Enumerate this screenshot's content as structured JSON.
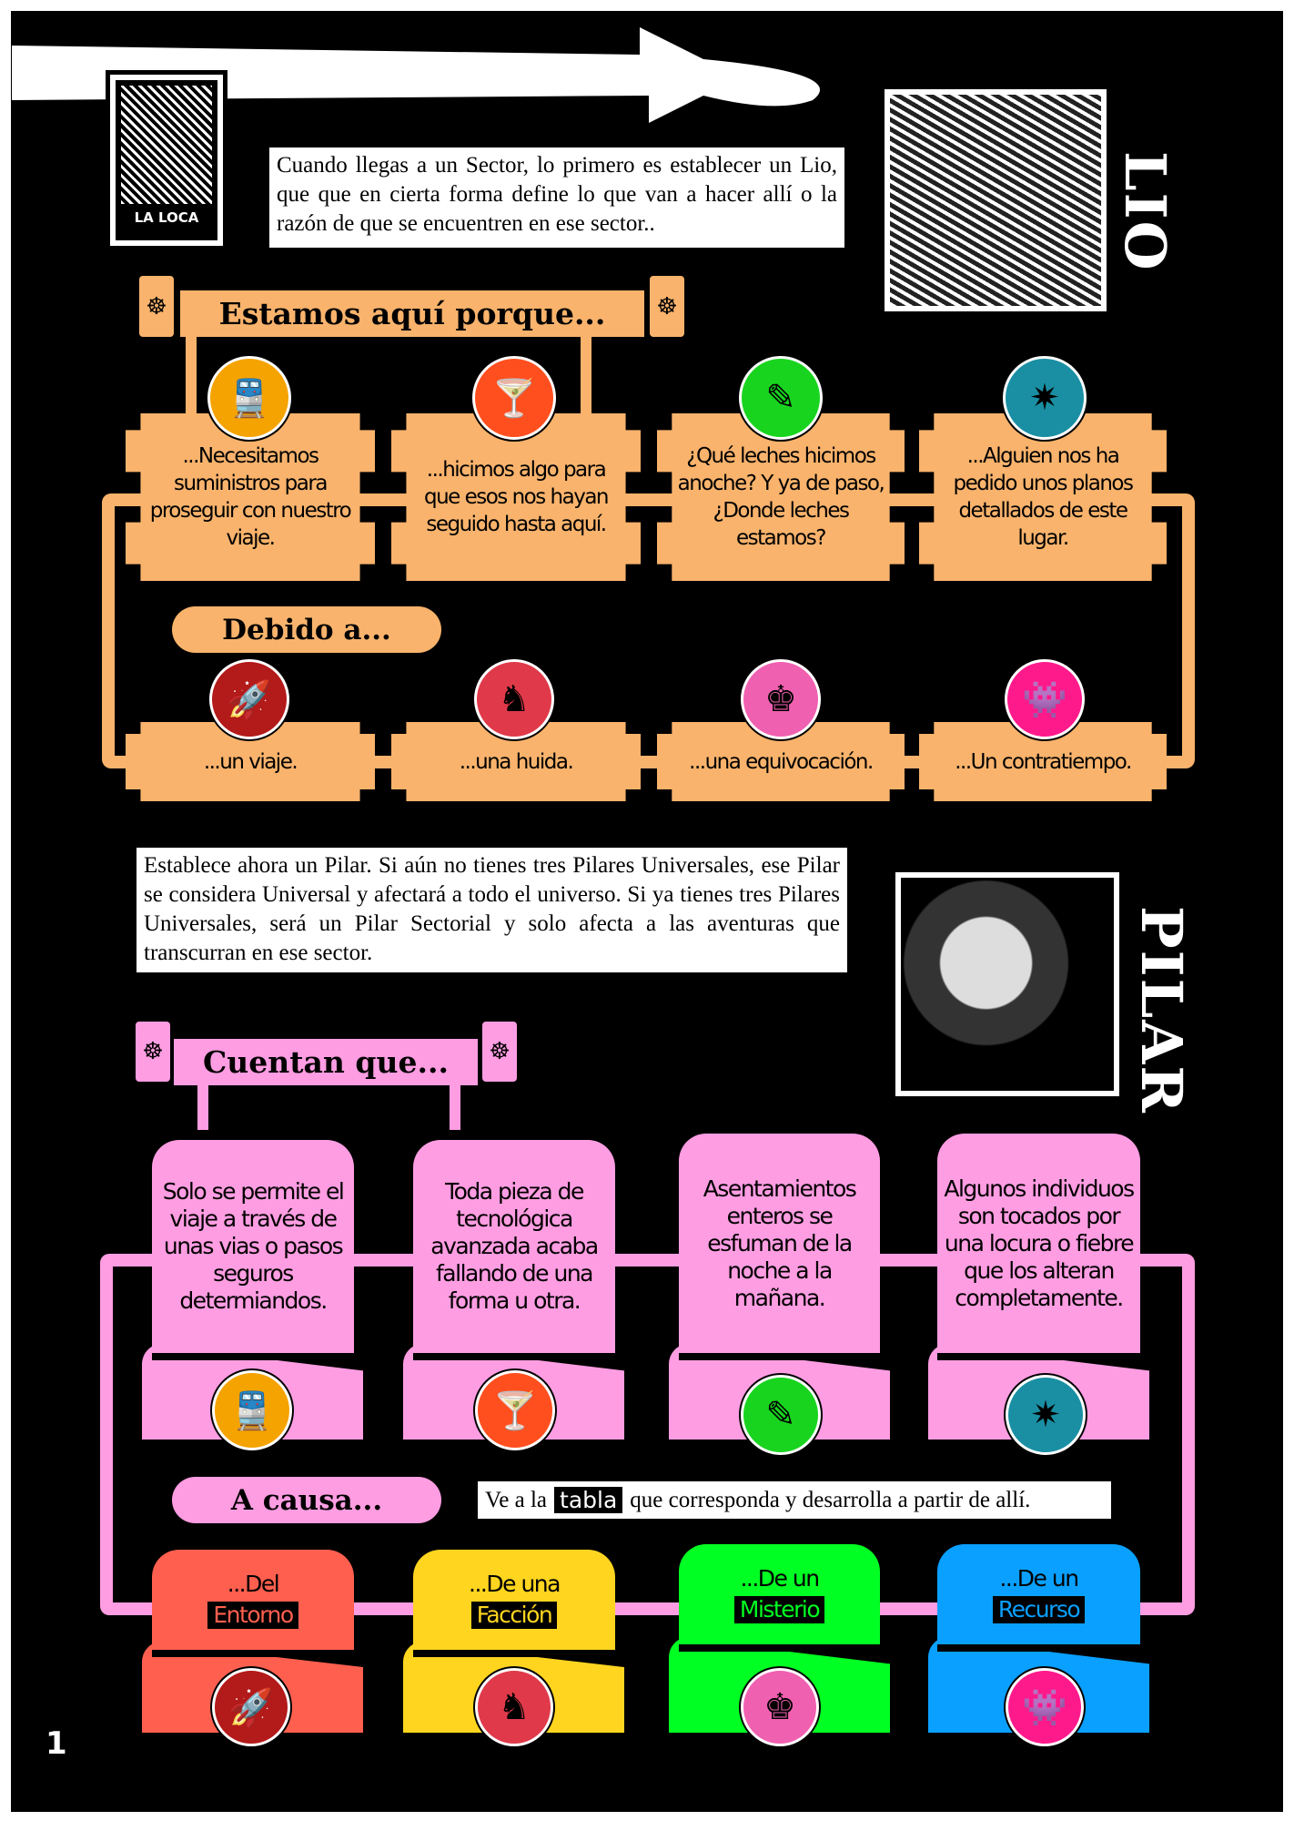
{
  "lio": {
    "title": "LIO",
    "card_label": "LA LOCA",
    "intro": "Cuando llegas  a un Sector, lo primero es establecer un Lio, que que en cierta forma define lo que van a hacer allí o la razón de que se encuentren en ese sector..",
    "header": "Estamos aquí  porque...",
    "reasons": [
      {
        "text": "...Necesitamos suministros para proseguir con nuestro viaje.",
        "icon": "train-icon",
        "color": "#f5a300"
      },
      {
        "text": "...hicimos algo para que esos  nos hayan seguido hasta  aquí.",
        "icon": "cocktail-icon",
        "color": "#ff4f1f"
      },
      {
        "text": "¿Qué leches hicimos anoche? Y ya de paso, ¿Donde leches estamos?",
        "icon": "flute-icon",
        "color": "#19d41f"
      },
      {
        "text": "...Alguien nos ha pedido unos planos detallados de este lugar.",
        "icon": "spaceship-icon",
        "color": "#1a8fa3"
      }
    ],
    "because_label": "Debido a...",
    "causes": [
      {
        "text": "...un viaje.",
        "icon": "rocket-icon",
        "color": "#b31a1a"
      },
      {
        "text": "...una huida.",
        "icon": "runner-icon",
        "color": "#e03a4a"
      },
      {
        "text": "...una equivocación.",
        "icon": "chess-king-icon",
        "color": "#f060b0"
      },
      {
        "text": "...Un contratiempo.",
        "icon": "monster-icon",
        "color": "#ff1a8c"
      }
    ]
  },
  "pilar": {
    "title": "PILAR",
    "intro": "Establece ahora un Pilar. Si aún no tienes tres Pilares Universales, ese Pilar se considera Universal y afectará a todo el universo. Si ya tienes tres Pilares Universales, será un Pilar Sectorial y solo afecta a las aventuras que transcurran en ese sector.",
    "header": "Cuentan que...",
    "stories": [
      "Solo se permite el viaje a través de unas vias o pasos seguros determiandos.",
      "Toda pieza de tecnológica avanzada acaba fallando de una forma u otra.",
      "Asentamientos enteros se esfuman de la noche a la mañana.",
      "Algunos individuos son tocados por una locura o fiebre que los alteran completamente."
    ],
    "cause_label": "A causa...",
    "table_note": {
      "before": "Ve a la",
      "highlight": "tabla",
      "after": "que corresponda y desarrolla a partir de allí."
    },
    "origins": [
      {
        "prefix": "...Del",
        "label": "Entorno",
        "color": "#ff5f4f"
      },
      {
        "prefix": "...De una",
        "label": "Facción",
        "color": "#ffd51f"
      },
      {
        "prefix": "...De un",
        "label": "Misterio",
        "color": "#00ff22"
      },
      {
        "prefix": "...De un",
        "label": "Recurso",
        "color": "#0aa0ff"
      }
    ]
  },
  "page_number": "1",
  "colors": {
    "orange": "#f9b36c",
    "pink": "#ff9de2"
  }
}
